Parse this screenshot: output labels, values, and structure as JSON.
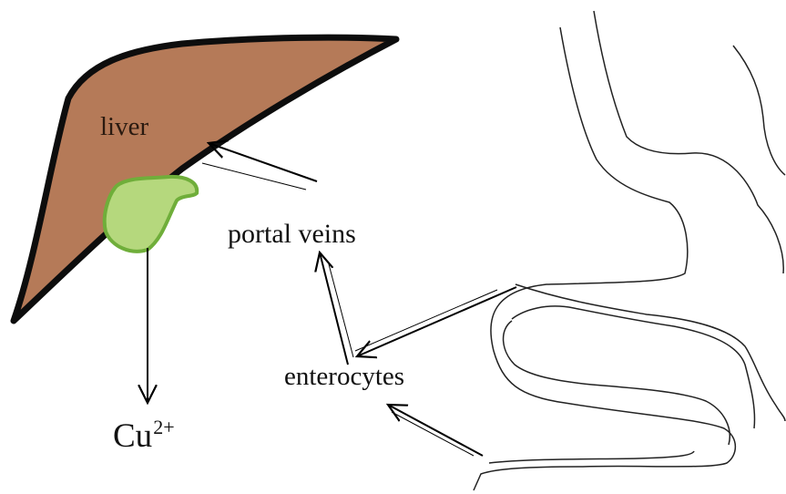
{
  "labels": {
    "liver": "liver",
    "portal_veins": "portal veins",
    "enterocytes": "enterocytes",
    "copper_base": "Cu",
    "copper_charge": "2+"
  },
  "colors": {
    "liver_fill": "#b57a58",
    "liver_outline": "#0d0d0d",
    "gallbladder_fill": "#b5d87d",
    "gallbladder_outline": "#6fae3a",
    "intestine_outline": "#222222",
    "arrow": "#000000"
  }
}
